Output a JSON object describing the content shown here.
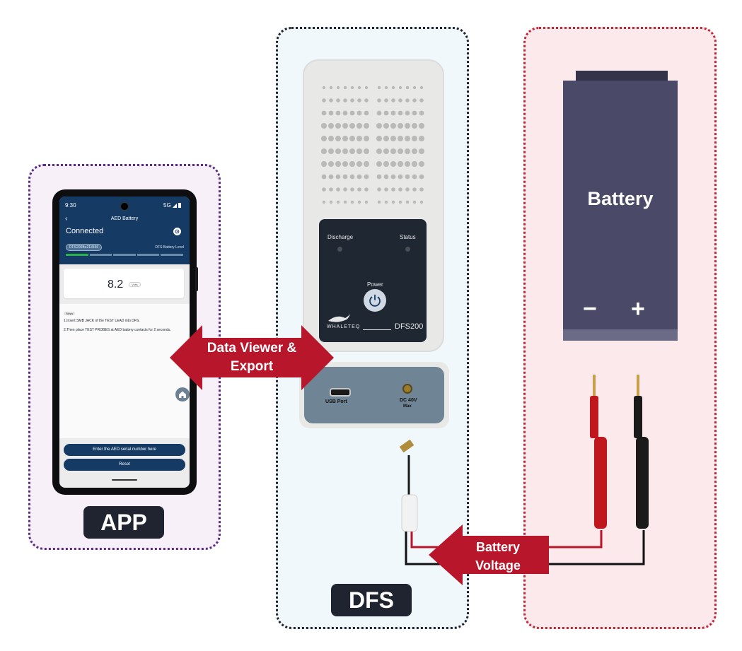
{
  "panels": {
    "app_label": "APP",
    "dfs_label": "DFS"
  },
  "phone": {
    "status_time": "9:30",
    "status_right": "5G",
    "screen_title": "AED Battery",
    "connection_status": "Connected",
    "device_id": "DFS200Bu213556",
    "battery_level_label": "DFS Battery Level",
    "reading_value": "8.2",
    "reading_unit": "Volts",
    "steps_tag": "Steps",
    "step1": "1.Insert SMB JACK of the TEST LEAD into DFS.",
    "step2": "2.Then place TEST PROBES at AED battery contacts for 2 seconds.",
    "serial_button": "Enter the AED serial number here",
    "reset_button": "Reset"
  },
  "device": {
    "discharge_label": "Discharge",
    "status_label": "Status",
    "power_label": "Power",
    "brand": "WhaleTeq",
    "model": "DFS200",
    "usb_label": "USB Port",
    "dc_label_line1": "DC 40V",
    "dc_label_line2": "Max"
  },
  "battery": {
    "label": "Battery",
    "minus": "−",
    "plus": "+"
  },
  "arrows": {
    "data_viewer_line1": "Data Viewer &",
    "data_viewer_line2": "Export",
    "battery_voltage_line1": "Battery",
    "battery_voltage_line2": "Voltage"
  },
  "colors": {
    "app_border": "#5a2d82",
    "dfs_border": "#1f2430",
    "battery_border": "#c0283a",
    "arrow_red": "#b8162a",
    "battery_body": "#4a4a68",
    "navy": "#153a63"
  }
}
